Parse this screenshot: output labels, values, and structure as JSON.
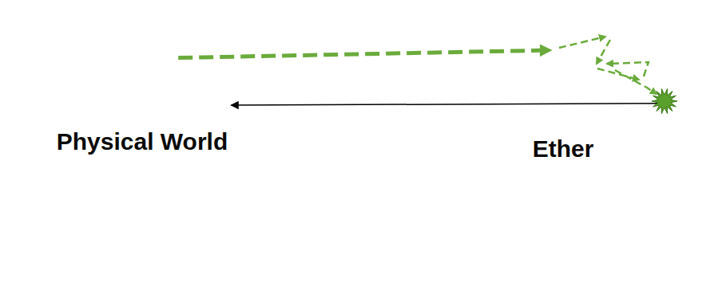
{
  "diagram": {
    "nodes": [
      {
        "text": [
          "Physical World"
        ]
      },
      {
        "text": [
          "Ether"
        ]
      }
    ],
    "edges": [
      {
        "from": 0,
        "to": 1,
        "arrow": "to"
      },
      {
        "from": 1,
        "to": 0,
        "arrow": "to"
      }
    ]
  }
}
